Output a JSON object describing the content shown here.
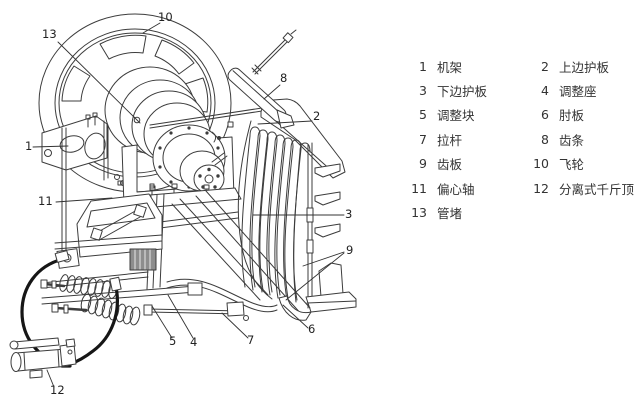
{
  "colors": {
    "line": "#3c3c3c",
    "hose": "#161616",
    "callout_text": "#222222",
    "legend_text": "#333333",
    "background": "#ffffff"
  },
  "callouts": {
    "c1": {
      "label": "1"
    },
    "c2": {
      "label": "2"
    },
    "c3": {
      "label": "3"
    },
    "c4": {
      "label": "4"
    },
    "c5": {
      "label": "5"
    },
    "c6": {
      "label": "6"
    },
    "c7": {
      "label": "7"
    },
    "c8": {
      "label": "8"
    },
    "c9": {
      "label": "9"
    },
    "c10": {
      "label": "10"
    },
    "c11": {
      "label": "11"
    },
    "c12": {
      "label": "12"
    },
    "c13": {
      "label": "13"
    }
  },
  "legend": {
    "items": [
      {
        "num": "1",
        "label": "机架"
      },
      {
        "num": "2",
        "label": "上边护板"
      },
      {
        "num": "3",
        "label": "下边护板"
      },
      {
        "num": "4",
        "label": "调整座"
      },
      {
        "num": "5",
        "label": "调整块"
      },
      {
        "num": "6",
        "label": "肘板"
      },
      {
        "num": "7",
        "label": "拉杆"
      },
      {
        "num": "8",
        "label": "齿条"
      },
      {
        "num": "9",
        "label": "齿板"
      },
      {
        "num": "10",
        "label": "飞轮"
      },
      {
        "num": "11",
        "label": "偏心轴"
      },
      {
        "num": "12",
        "label": "分离式千斤顶"
      },
      {
        "num": "13",
        "label": "管堵"
      }
    ]
  }
}
